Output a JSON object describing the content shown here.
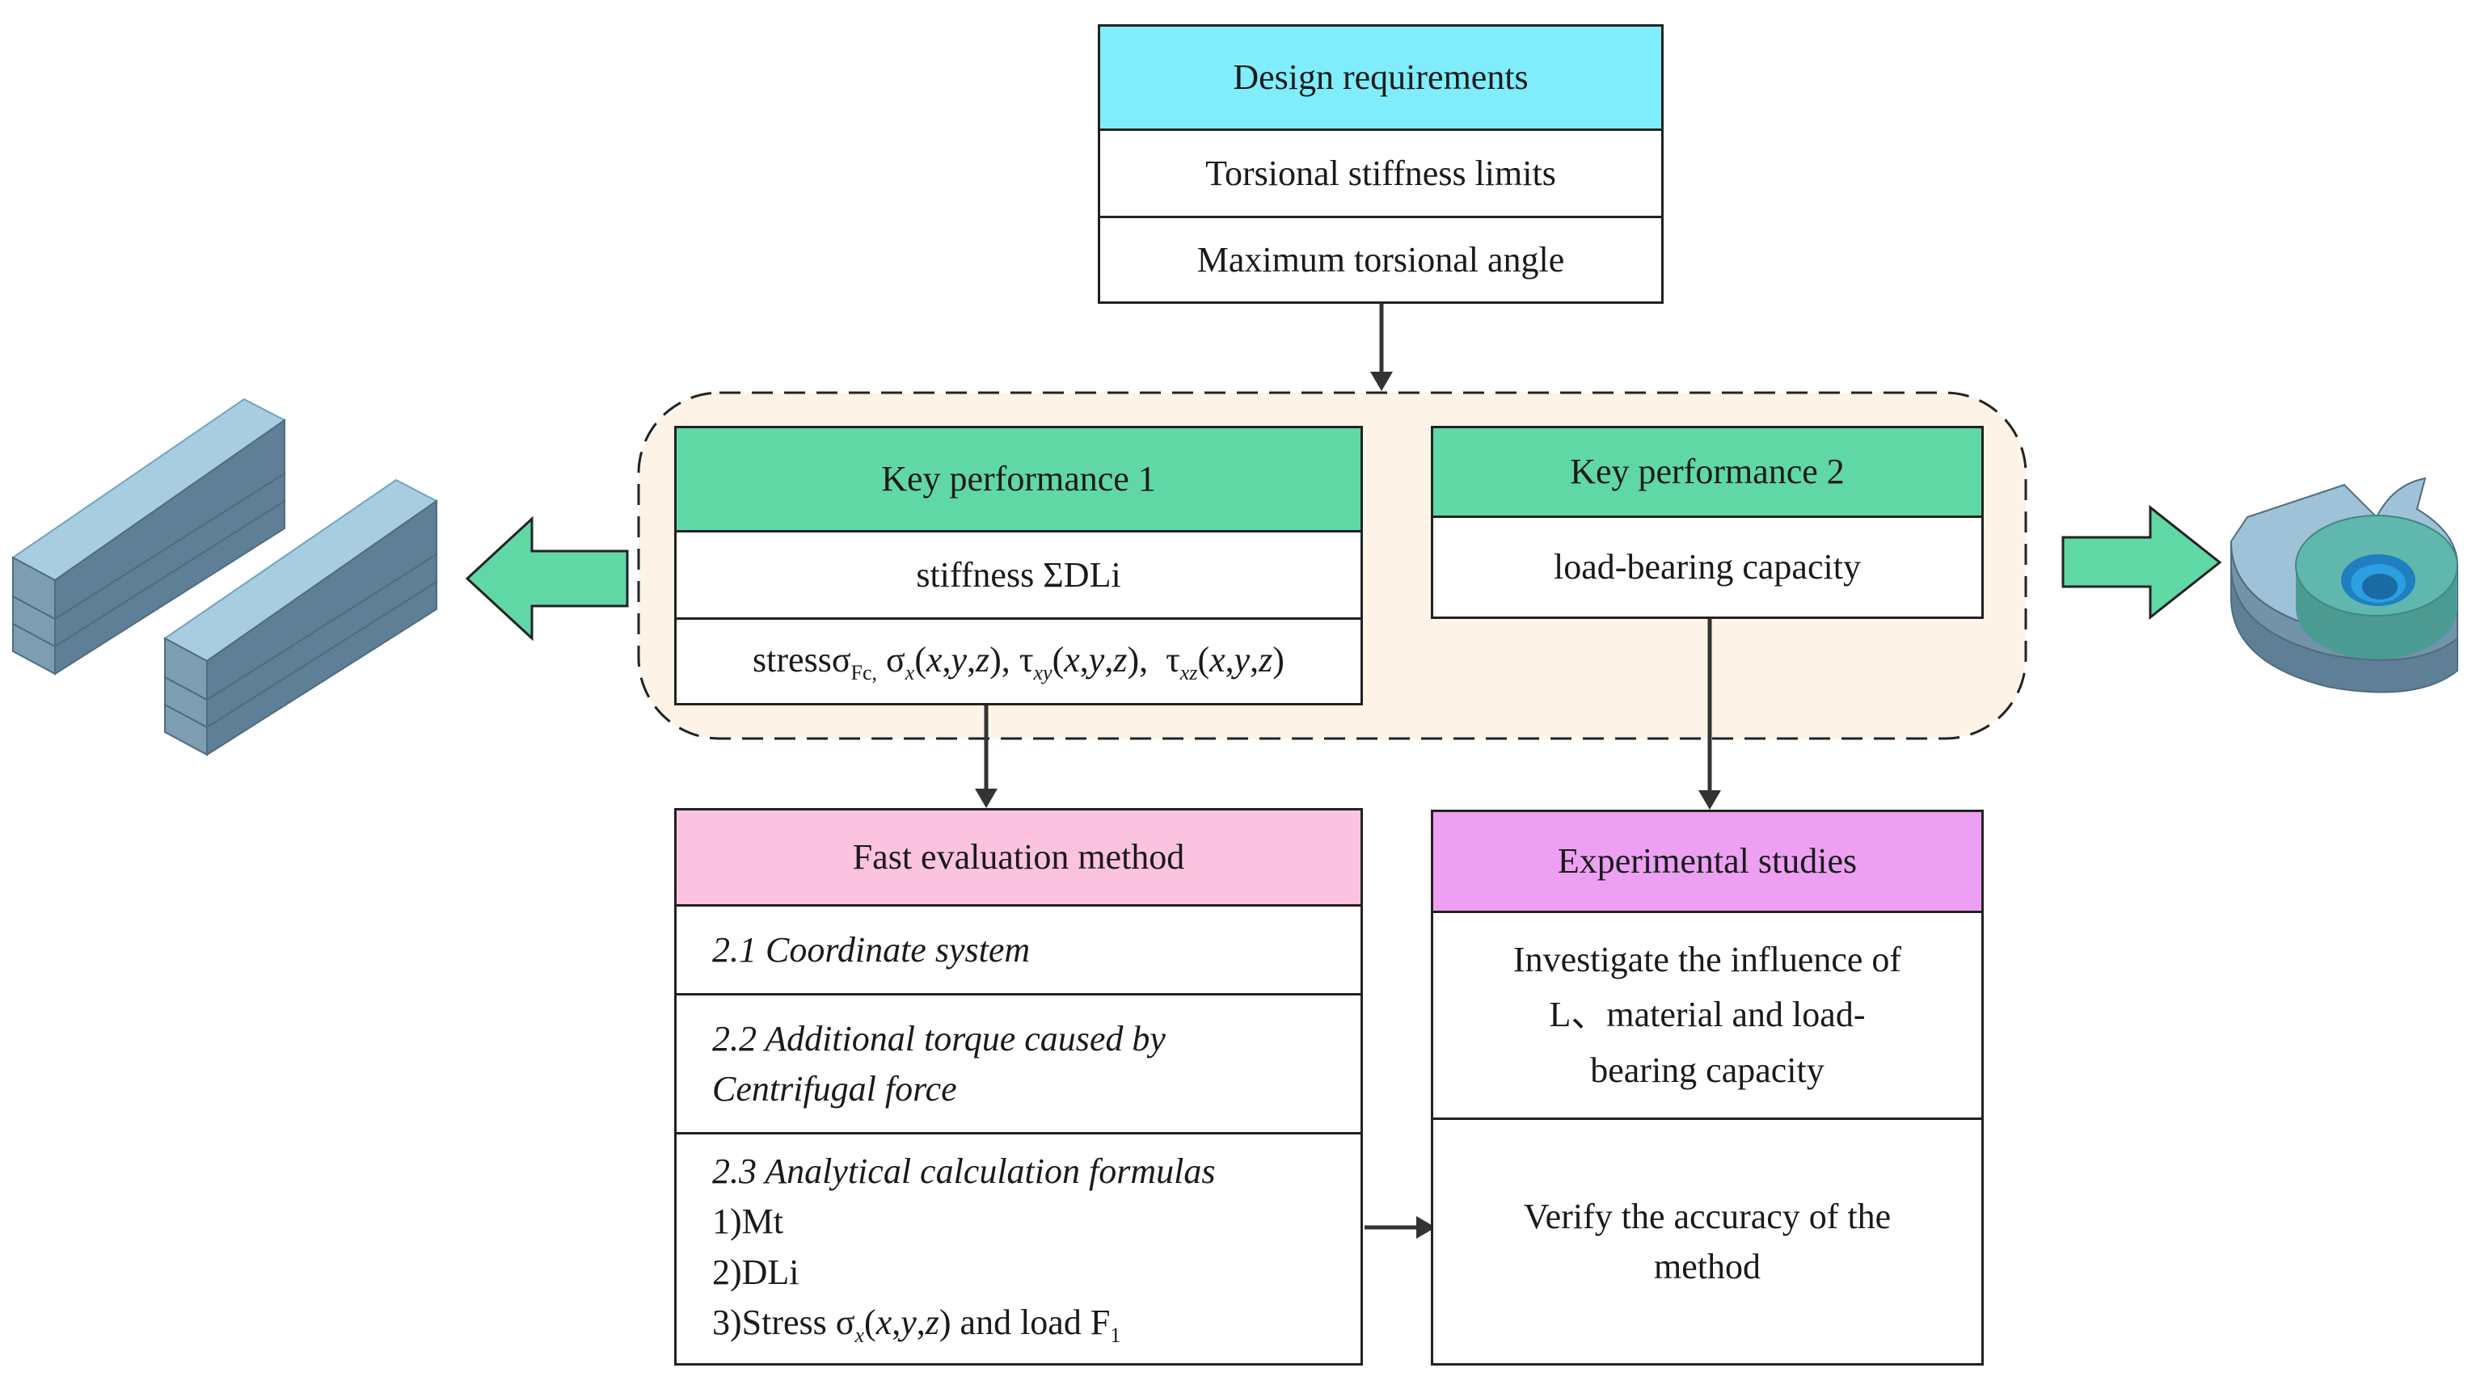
{
  "design": {
    "title": "Design requirements",
    "row1": "Torsional stiffness limits",
    "row2": "Maximum torsional angle"
  },
  "kp1": {
    "title": "Key performance 1",
    "stiffness": "stiffness  ΣDLi",
    "stress_prefix": "stressσ",
    "stress_sub_fc": "Fc,",
    "sigma": "σ",
    "sub_x": "x",
    "tau": "τ",
    "sub_xy": "xy",
    "sub_xz": "xz",
    "xyz_open": "(",
    "var_x": "x",
    "var_y": "y",
    "var_z": "z",
    "comma": ",",
    "close_comma": "), ",
    "close": ")"
  },
  "kp2": {
    "title": "Key performance 2",
    "row1": "load-bearing capacity"
  },
  "fast": {
    "title": "Fast evaluation method",
    "item1": "2.1 Coordinate system",
    "item2_line1": "2.2 Additional torque caused by",
    "item2_line2": "Centrifugal force",
    "item3_line1": "2.3 Analytical calculation formulas",
    "item3_line2": "1)Mt",
    "item3_line3": "2)DLi",
    "item3_line4_a": "3)Stress σ",
    "item3_line4_sub": "x",
    "item3_line4_b": " and load F",
    "item3_line4_sub2": "1"
  },
  "exp": {
    "title": "Experimental studies",
    "row1_line1": "Investigate the influence of",
    "row1_line2": "L、material and load-",
    "row1_line3": "bearing capacity",
    "row2_line1": "Verify the accuracy of the",
    "row2_line2": "method"
  },
  "colors": {
    "design_header": "#7fedfb",
    "kp_header": "#60d8a5",
    "fast_header": "#fbc3df",
    "exp_header": "#eda0f2",
    "dashed_fill": "#fdf3e7",
    "arrow_fill": "#60d8a5",
    "beam_top": "#a9cde0",
    "beam_side": "#5f7f97",
    "disc_top": "#5fb7ad"
  }
}
